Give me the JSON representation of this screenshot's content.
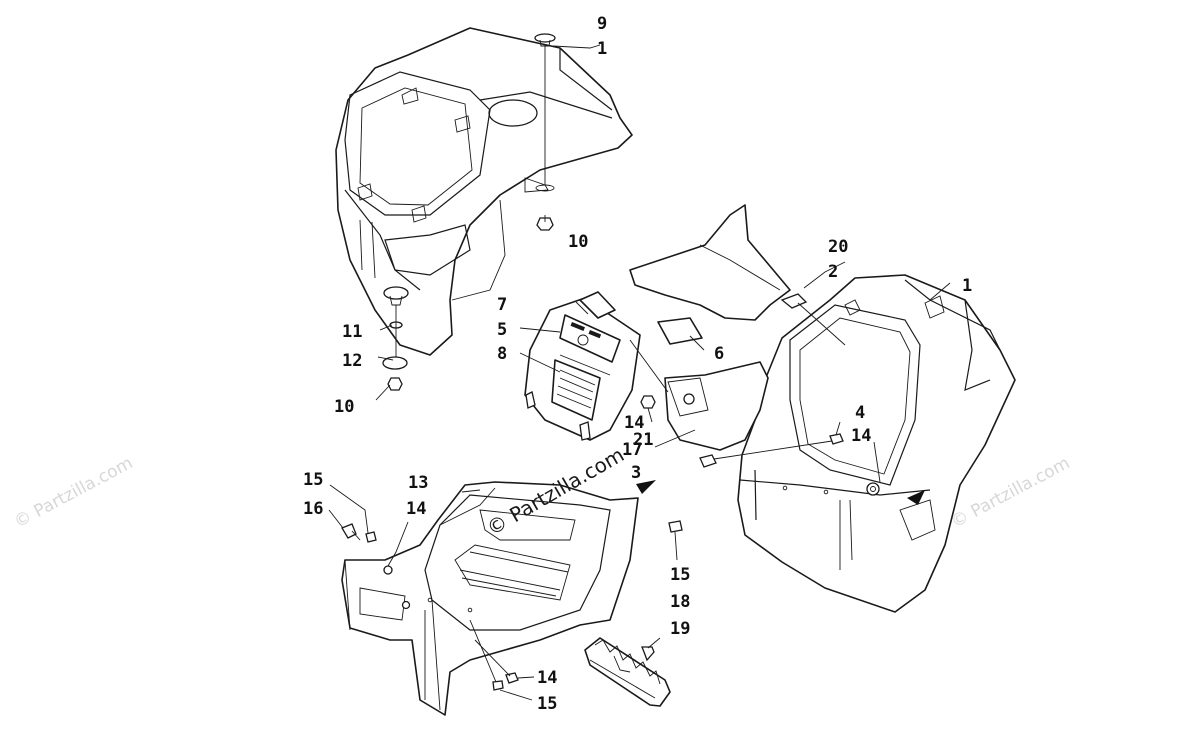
{
  "diagram": {
    "callouts": {
      "c9": "9",
      "c1a": "1",
      "c10a": "10",
      "c11": "11",
      "c12": "12",
      "c10b": "10",
      "c7": "7",
      "c5": "5",
      "c8": "8",
      "c20": "20",
      "c2": "2",
      "c1b": "1",
      "c6": "6",
      "c4": "4",
      "c14a": "14",
      "c14b": "14",
      "c17": "17",
      "c3": "3",
      "c13": "13",
      "c15a": "15",
      "c16": "16",
      "c14c": "14",
      "c15b": "15",
      "c18": "18",
      "c19": "19",
      "c14d": "14",
      "c15c": "15",
      "c21": "21"
    },
    "watermarks": {
      "center": "© Partzilla.com",
      "left": "© Partzilla.com",
      "right": "© Partzilla.com"
    }
  }
}
